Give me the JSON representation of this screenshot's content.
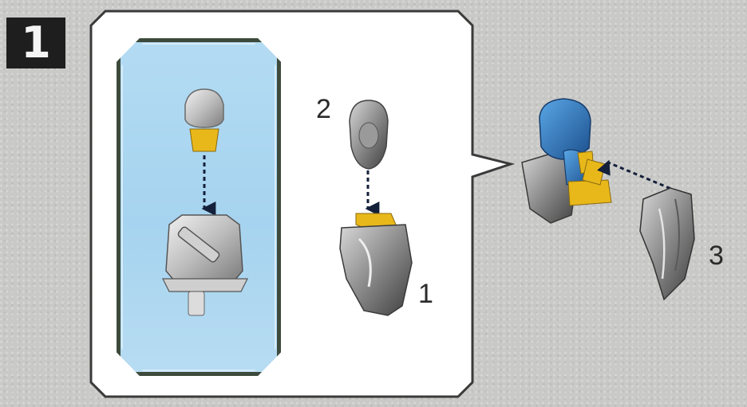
{
  "step": {
    "number": "1"
  },
  "labels": {
    "part_1": "1",
    "part_2": "2",
    "part_3": "3"
  },
  "colors": {
    "background": "#c9c9c7",
    "callout_fill": "#ffffff",
    "callout_stroke": "#3a3a3a",
    "subassembly_fill": "#a9d5f0",
    "arrow": "#1b2a4a",
    "helmet_blue": "#2a74b8",
    "yellow": "#e8b81a"
  },
  "icons": {
    "helmet_hair_piece": "white-hair-piece-icon",
    "armored_torso": "armored-torso-icon",
    "head_piece": "minifig-head-icon",
    "torso_piece": "torso-piece-icon",
    "cape_piece": "cape-piece-icon",
    "assembled_figure": "assembled-minifig-icon"
  }
}
